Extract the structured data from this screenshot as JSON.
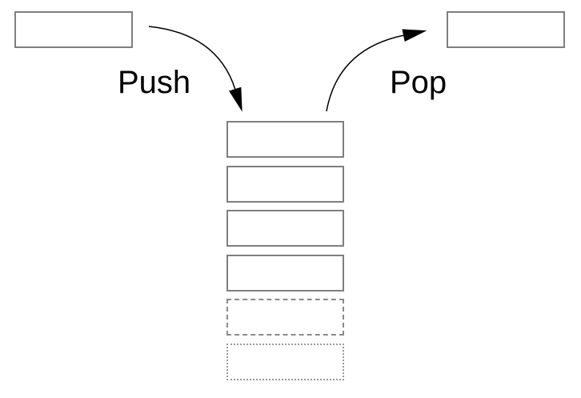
{
  "labels": {
    "push": "Push",
    "pop": "Pop"
  },
  "colors": {
    "background": "#ffffff",
    "box_border": "#7f7f7f",
    "dashed_border": "#8a8a8a",
    "dotted_border": "#9a9a9a",
    "arrow": "#000000",
    "text": "#000000"
  },
  "diagram": {
    "type": "stack-push-pop",
    "incoming_box": {
      "label": ""
    },
    "outgoing_box": {
      "label": ""
    },
    "arrows": [
      {
        "name": "push-arrow",
        "from": "incoming-box",
        "to": "stack-top"
      },
      {
        "name": "pop-arrow",
        "from": "stack-top",
        "to": "outgoing-box"
      }
    ],
    "stack": {
      "slots": [
        {
          "index": 1,
          "border": "solid",
          "label": ""
        },
        {
          "index": 2,
          "border": "solid",
          "label": ""
        },
        {
          "index": 3,
          "border": "solid",
          "label": ""
        },
        {
          "index": 4,
          "border": "solid",
          "label": ""
        },
        {
          "index": 5,
          "border": "dashed",
          "label": ""
        },
        {
          "index": 6,
          "border": "dotted",
          "label": ""
        }
      ]
    }
  }
}
